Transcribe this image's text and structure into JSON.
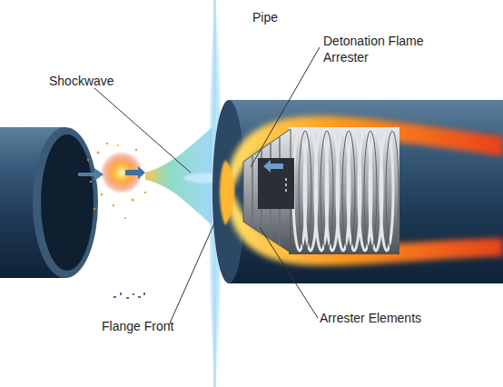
{
  "diagram": {
    "labels": [
      "Pipe",
      "Detonation Flame Arrester",
      "Shockwave",
      "Flange Front",
      "Arrester Elements"
    ]
  }
}
